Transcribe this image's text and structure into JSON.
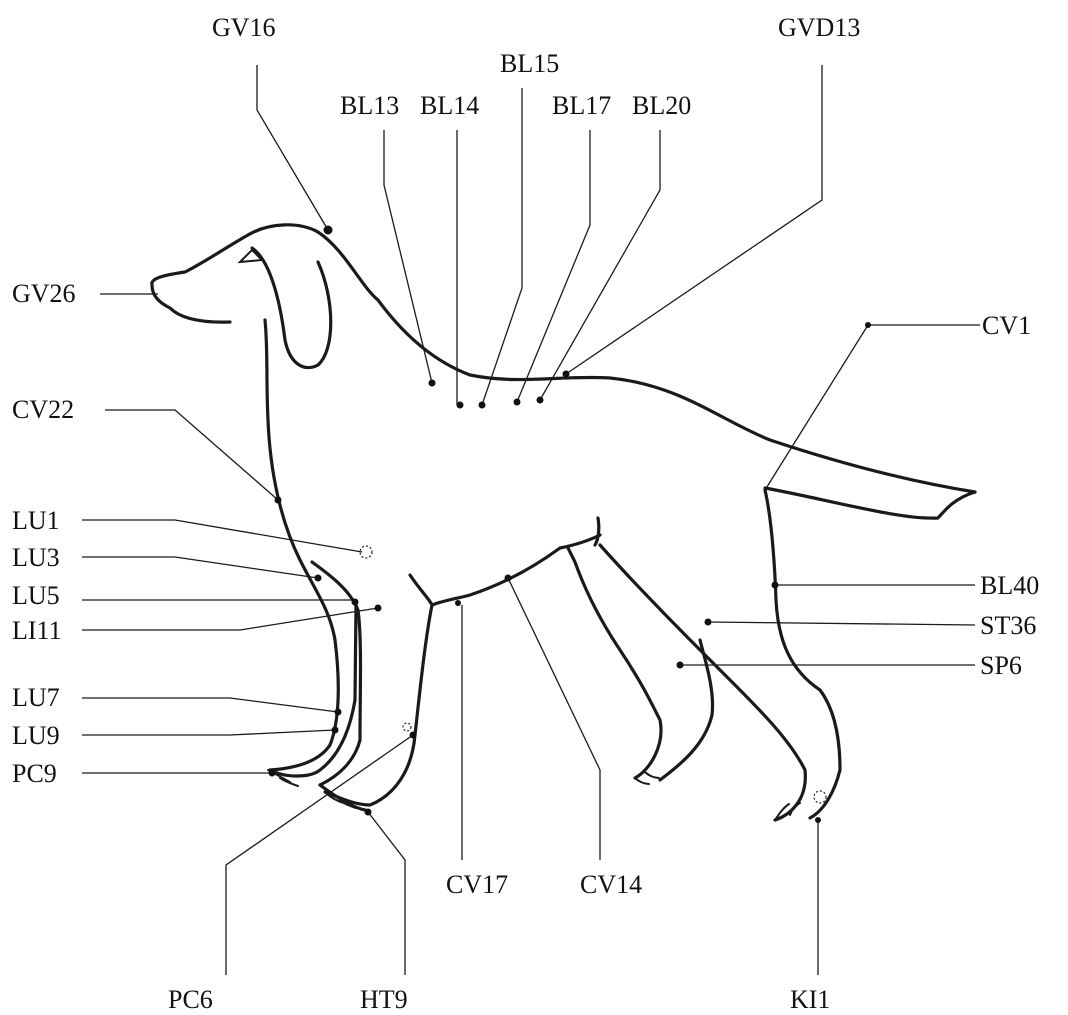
{
  "labels": {
    "GV16": "GV16",
    "GVD13": "GVD13",
    "BL15": "BL15",
    "BL13": "BL13",
    "BL14": "BL14",
    "BL17": "BL17",
    "BL20": "BL20",
    "GV26": "GV26",
    "CV1": "CV1",
    "CV22": "CV22",
    "LU1": "LU1",
    "LU3": "LU3",
    "LU5": "LU5",
    "LI11": "LI11",
    "LU7": "LU7",
    "LU9": "LU9",
    "PC9": "PC9",
    "BL40": "BL40",
    "ST36": "ST36",
    "SP6": "SP6",
    "CV17": "CV17",
    "CV14": "CV14",
    "PC6": "PC6",
    "HT9": "HT9",
    "KI1": "KI1"
  }
}
